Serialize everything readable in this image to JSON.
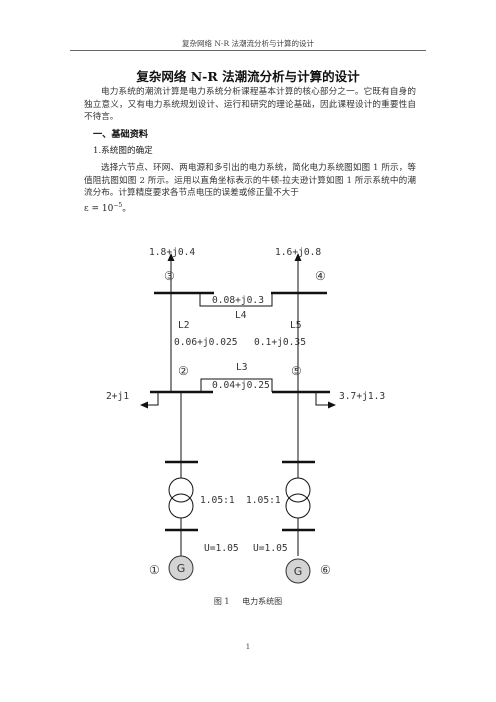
{
  "header": "复杂网络 N-R 法潮流分析与计算的设计",
  "title": "复杂网络 N-R 法潮流分析与计算的设计",
  "intro": "电力系统的潮流计算是电力系统分析课程基本计算的核心部分之一。它既有自身的独立意义，又有电力系统规划设计、运行和研究的理论基础，因此课程设计的重要性自不待言。",
  "section1": "一、基础资料",
  "subsection1": "1.系统图的确定",
  "body": "选择六节点、环网、两电源和多引出的电力系统，简化电力系统图如图 1 所示，等值阻抗图如图 2 所示。运用以直角坐标表示的牛顿-拉夫逊计算如图 1 所示系统中的潮流分布。计算精度要求各节点电压的误差或修正量不大于",
  "epsilon": {
    "lhs": "ε = 10",
    "exp": "−5",
    "tail": "。"
  },
  "diagram": {
    "load3": "1.8+j0.4",
    "load4": "1.6+j0.8",
    "node3": "③",
    "node4": "④",
    "line_34": "0.08+j0.3",
    "L4": "L4",
    "L2": "L2",
    "L5": "L5",
    "z_L2": "0.06+j0.025",
    "z_L5": "0.1+j0.35",
    "node2": "②",
    "node5": "⑤",
    "L3": "L3",
    "z_L3": "0.04+j0.25",
    "load2": "2+j1",
    "load5": "3.7+j1.3",
    "ratio_left": "1.05:1",
    "ratio_right": "1.05:1",
    "voltage_left": "U=1.05",
    "voltage_right": "U=1.05",
    "node1": "①",
    "node6": "⑥",
    "gen_left": "G",
    "gen_right": "G"
  },
  "caption": "图 1     电力系统图",
  "page_number": "1"
}
